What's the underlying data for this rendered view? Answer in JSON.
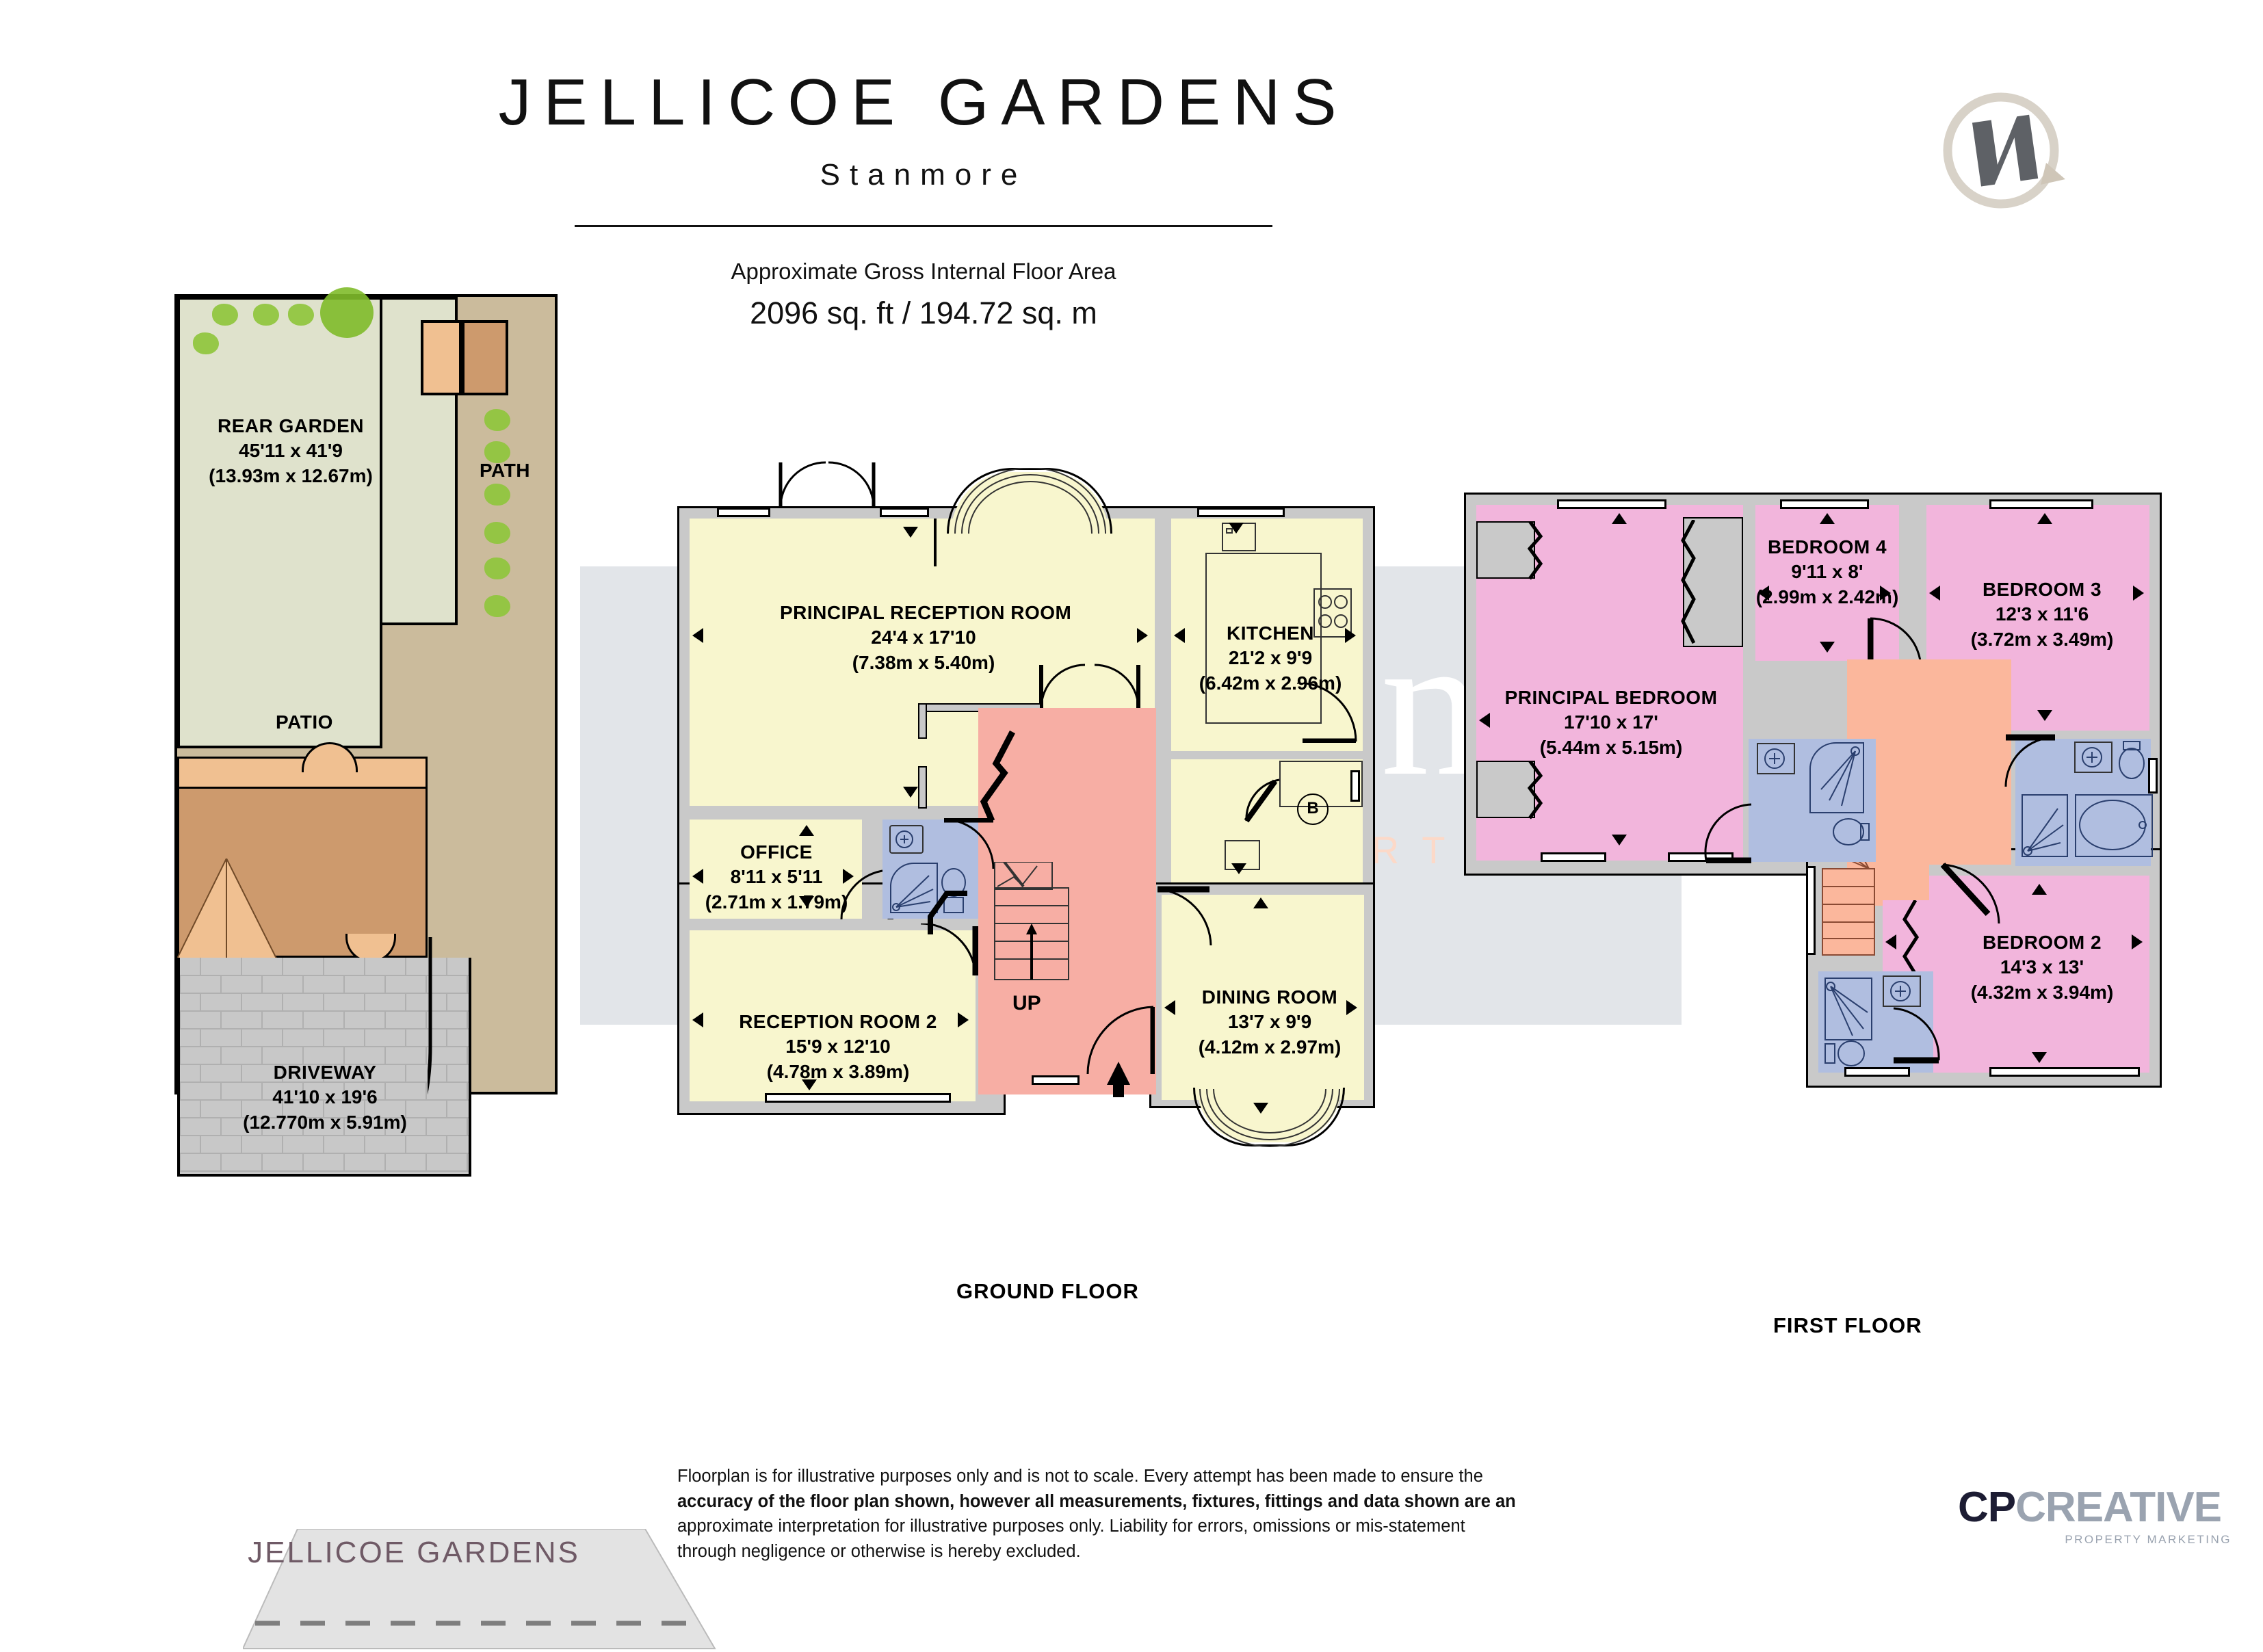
{
  "header": {
    "title": "JELLICOE GARDENS",
    "subtitle": "Stanmore",
    "area_label": "Approximate Gross Internal Floor Area",
    "area_value": "2096 sq. ft / 194.72 sq. m"
  },
  "compass": {
    "letter": "N"
  },
  "watermark": {
    "main": "Hamptons",
    "sub": "THE HOME EXPERTS"
  },
  "site_plan": {
    "rear_garden": {
      "name": "REAR GARDEN",
      "imperial": "45'11 x 41'9",
      "metric": "(13.93m x 12.67m)"
    },
    "patio": {
      "name": "PATIO"
    },
    "path": {
      "name": "PATH"
    },
    "driveway": {
      "name": "DRIVEWAY",
      "imperial": "41'10 x 19'6",
      "metric": "(12.770m x 5.91m)"
    },
    "road": {
      "name": "JELLICOE GARDENS"
    }
  },
  "ground_floor": {
    "label": "GROUND FLOOR",
    "stairs_label": "UP",
    "boiler_marker": "B",
    "rooms": [
      {
        "name": "PRINCIPAL RECEPTION ROOM",
        "imperial": "24'4 x 17'10",
        "metric": "(7.38m x 5.40m)"
      },
      {
        "name": "KITCHEN",
        "imperial": "21'2 x 9'9",
        "metric": "(6.42m x 2.96m)"
      },
      {
        "name": "OFFICE",
        "imperial": "8'11 x 5'11",
        "metric": "(2.71m x 1.79m)"
      },
      {
        "name": "RECEPTION ROOM 2",
        "imperial": "15'9 x 12'10",
        "metric": "(4.78m x 3.89m)"
      },
      {
        "name": "DINING ROOM",
        "imperial": "13'7 x 9'9",
        "metric": "(4.12m x 2.97m)"
      }
    ]
  },
  "first_floor": {
    "label": "FIRST FLOOR",
    "rooms": [
      {
        "name": "PRINCIPAL BEDROOM",
        "imperial": "17'10 x 17'",
        "metric": "(5.44m x 5.15m)"
      },
      {
        "name": "BEDROOM 4",
        "imperial": "9'11 x 8'",
        "metric": "(2.99m x 2.42m)"
      },
      {
        "name": "BEDROOM 3",
        "imperial": "12'3 x 11'6",
        "metric": "(3.72m x 3.49m)"
      },
      {
        "name": "BEDROOM 2",
        "imperial": "14'3 x 13'",
        "metric": "(4.32m x 3.94m)"
      }
    ]
  },
  "footer": {
    "line1": "Floorplan is for illustrative purposes only and is not to scale. Every attempt has been made to ensure the",
    "line2": "accuracy of the floor plan shown, however all measurements, fixtures, fittings and data shown are an",
    "line3": "approximate interpretation for illustrative purposes only. Liability for errors, omissions or mis-statement",
    "line4": "through negligence or otherwise is hereby excluded."
  },
  "logo": {
    "part1": "CP",
    "part2": "CREATIVE",
    "tagline": "PROPERTY MARKETING"
  },
  "colors": {
    "reception_yellow": "#f8f6ce",
    "bedroom_pink": "#f2b5dc",
    "hall_red": "#f7aea4",
    "bathroom_blue": "#b0bee0",
    "landing_salmon": "#fbb79c",
    "garden_green": "#dfe2cc",
    "patio_tan": "#cbbb9c",
    "driveway_grey": "#c8c8c8",
    "wall_grey": "#c9c9c9",
    "watermark_band": "#dde0e5",
    "road_text": "#6f5a66"
  }
}
